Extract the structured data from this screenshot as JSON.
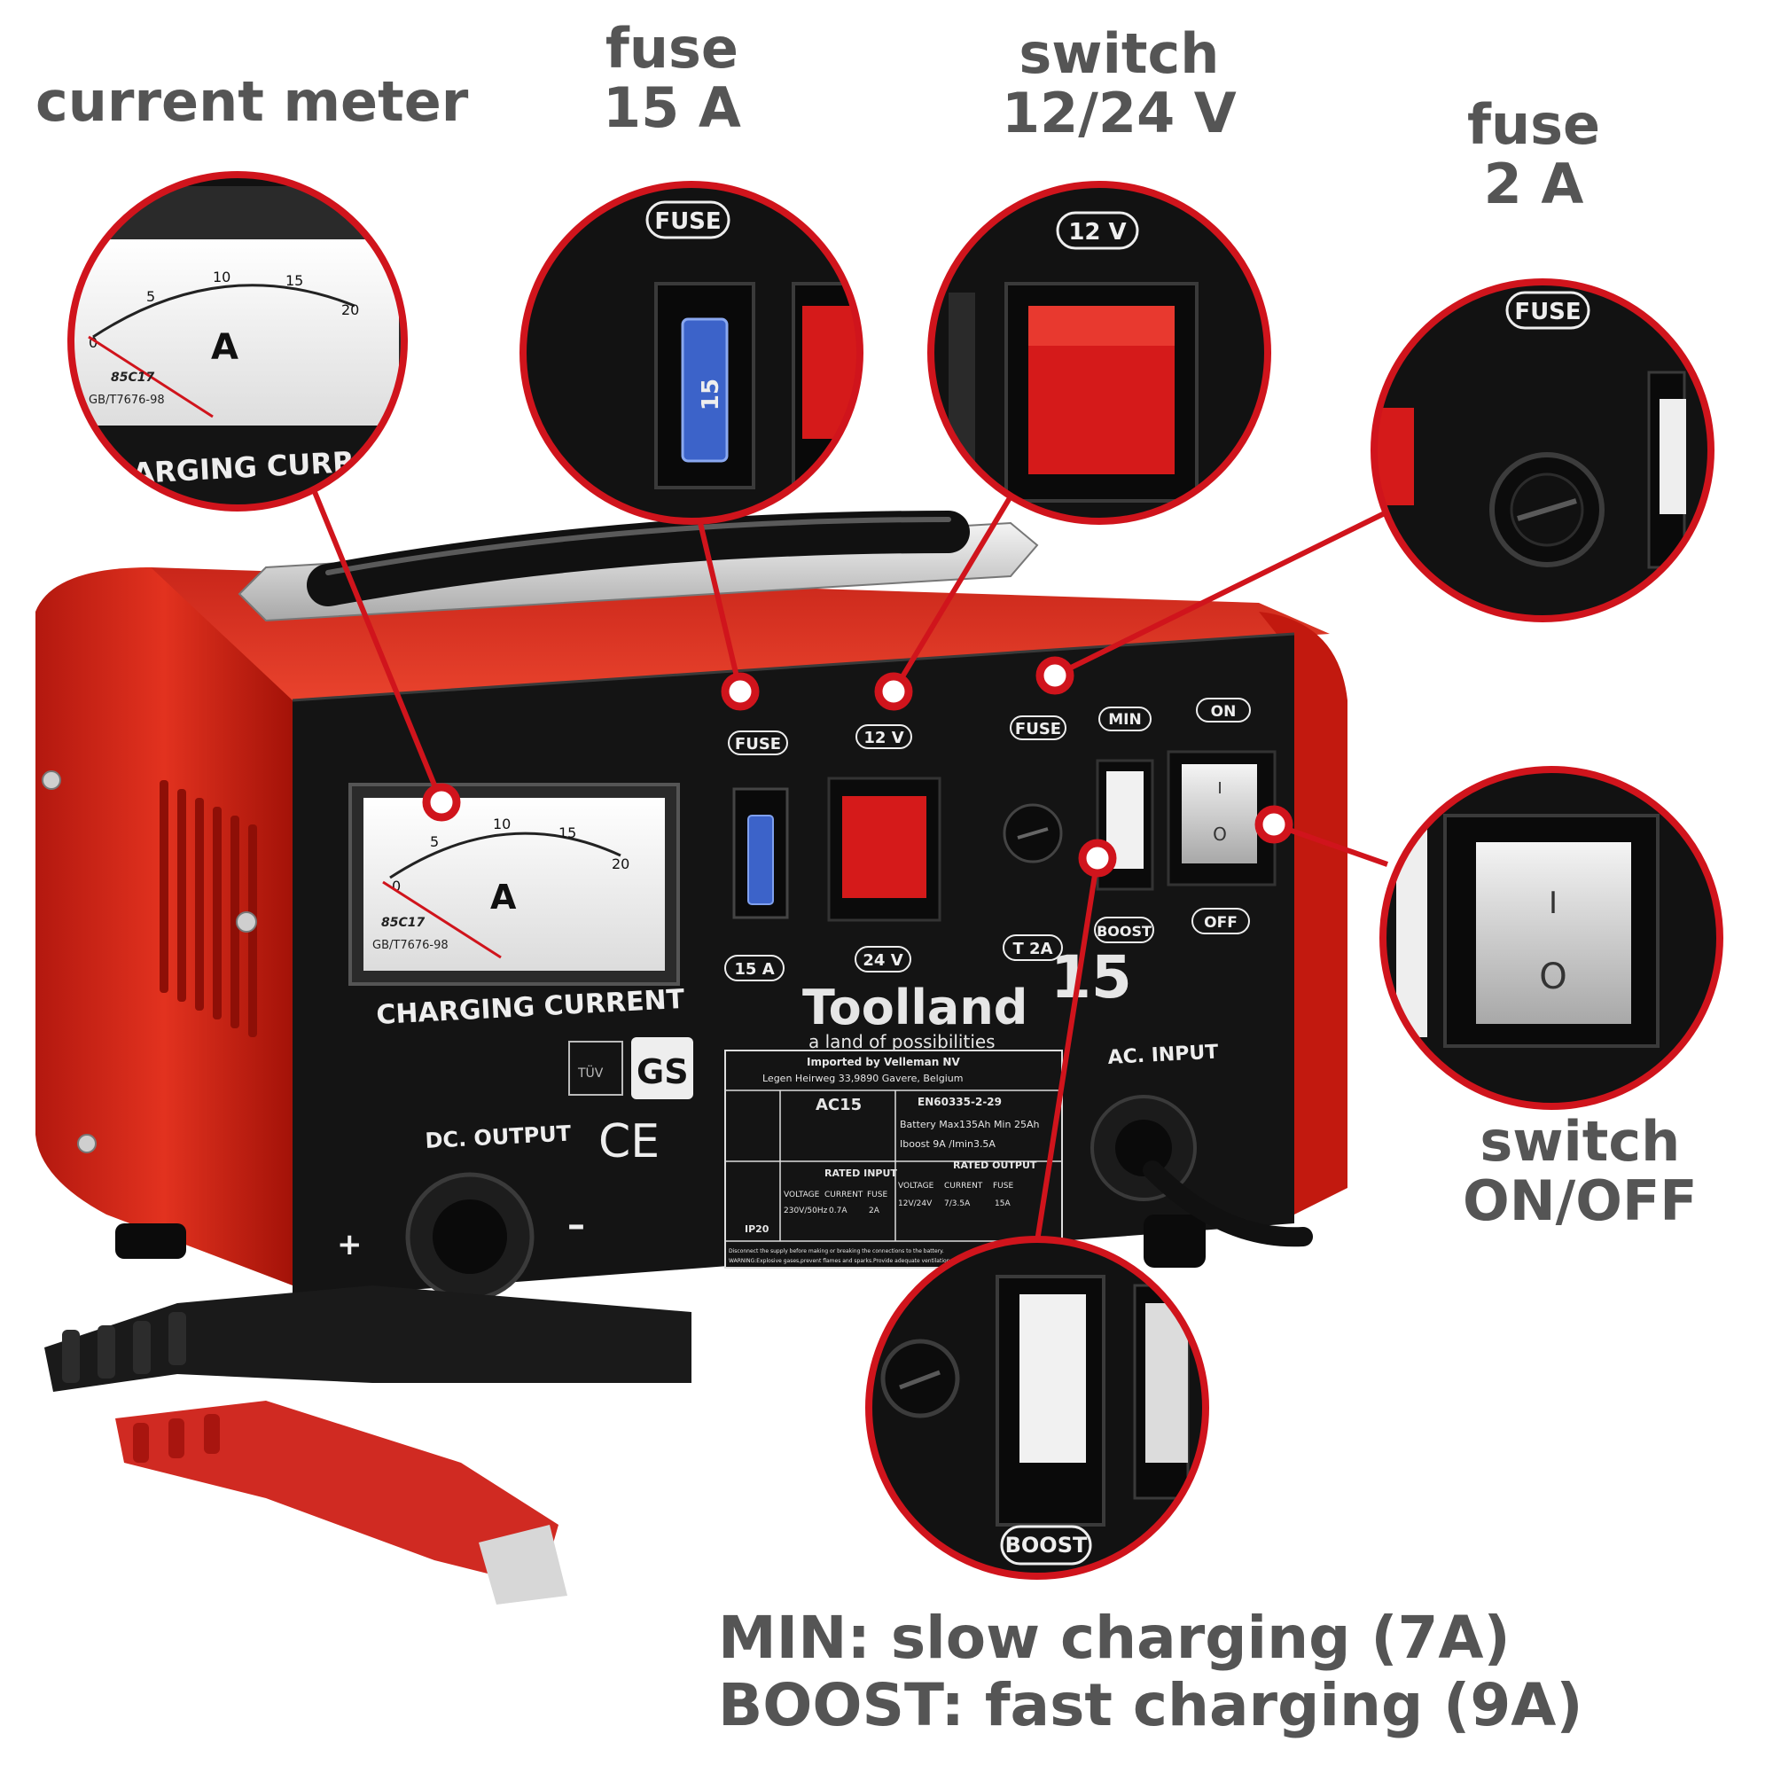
{
  "callouts": {
    "current_meter": "current meter",
    "fuse_15": {
      "line1": "fuse",
      "line2": "15 A"
    },
    "switch_voltage": {
      "line1": "switch",
      "line2": "12/24 V"
    },
    "fuse_2": {
      "line1": "fuse",
      "line2": "2 A"
    },
    "switch_onoff": {
      "line1": "switch",
      "line2": "ON/OFF"
    }
  },
  "bottom_notes": {
    "min_line": "MIN: slow charging (7A)",
    "boost_line": "BOOST: fast charging (9A)"
  },
  "device": {
    "brand": "Toolland",
    "tagline": "a land of possibilities",
    "model_badge": "15",
    "meter": {
      "unit": "A",
      "scale": [
        "0",
        "5",
        "10",
        "15",
        "20"
      ],
      "code": "85C17",
      "standard": "GB/T7676-98",
      "caption": "CHARGING CURRENT",
      "zoom_caption": "ARGING CURR"
    },
    "panel_labels": {
      "fuse": "FUSE",
      "fuse_rating": "15 A",
      "volt_top": "12 V",
      "volt_bottom": "24 V",
      "fuse2": "FUSE",
      "fuse2_rating": "T 2A",
      "min": "MIN",
      "boost": "BOOST",
      "on": "ON",
      "off": "OFF",
      "ac_input": "AC. INPUT",
      "dc_output": "DC. OUTPUT",
      "plus": "+",
      "minus": "–",
      "ce": "CE",
      "gs": "GS",
      "tuv": "TÜV"
    },
    "fuse_blade": "15",
    "switch_marks": {
      "on": "I",
      "off": "O"
    },
    "rating_plate": {
      "importer": "Imported by Velleman NV",
      "address": "Legen Heirweg 33,9890 Gavere, Belgium",
      "model": "AC15",
      "standard": "EN60335-2-29",
      "battery": "Battery Max135Ah Min 25Ah",
      "boost": "Iboost 9A /Imin3.5A",
      "rated_input": "RATED INPUT",
      "rated_output": "RATED OUTPUT",
      "voltage_h": "VOLTAGE",
      "current_h": "CURRENT",
      "fuse_h": "FUSE",
      "in_voltage": "230V/50Hz",
      "in_current": "0.7A",
      "in_fuse": "2A",
      "out_voltage": "12V/24V",
      "out_current": "7/3.5A",
      "out_fuse": "15A",
      "ip": "IP20",
      "warning1": "Disconnect the supply before making or breaking the connections to the battery.",
      "warning2": "WARNING:Explosive gases,prevent flames and sparks.Provide adequate ventilation during charge."
    }
  },
  "colors": {
    "accent_red": "#d0141c",
    "body_red": "#d92a1f",
    "panel_black": "#141414",
    "label_gray": "#555555"
  }
}
